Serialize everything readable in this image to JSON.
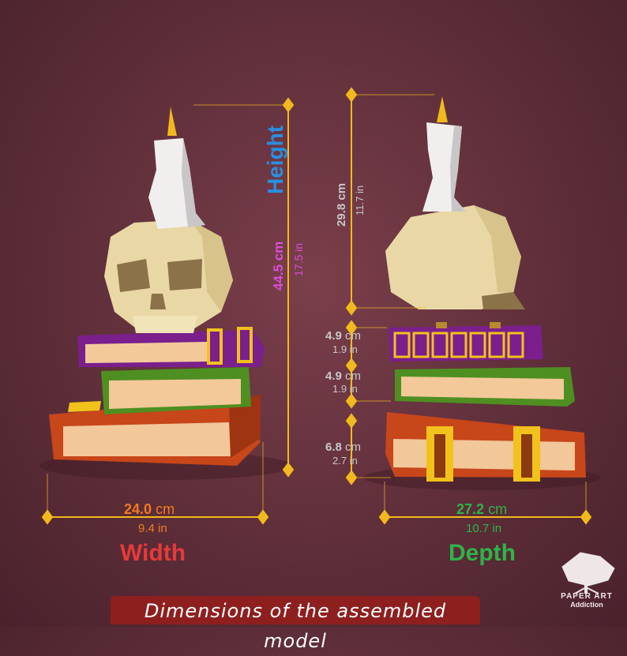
{
  "labels": {
    "height_word": "Height",
    "height_cm": "44.5 cm",
    "height_in": "17.5 in",
    "skull_cm": "29.8 cm",
    "skull_in": "11.7 in",
    "book1_cm_num": "4.9",
    "book1_cm_unit": "cm",
    "book1_in": "1.9 in",
    "book2_cm_num": "4.9",
    "book2_cm_unit": "cm",
    "book2_in": "1.9 in",
    "book3_cm_num": "6.8",
    "book3_cm_unit": "cm",
    "book3_in": "2.7 in",
    "width_cm_num": "24.0",
    "width_cm_unit": "cm",
    "width_in": "9.4 in",
    "width_word": "Width",
    "depth_cm_num": "27.2",
    "depth_cm_unit": "cm",
    "depth_in": "10.7 in",
    "depth_word": "Depth"
  },
  "footer": {
    "caption": "Dimensions of the assembled model"
  },
  "brand": {
    "line1": "PAPER ART",
    "line2": "Addiction",
    "icon": "tree-logo-icon"
  },
  "colors": {
    "guide": "#f2b91e",
    "height": "#2a8fe0",
    "height_values": "#d94fd6",
    "width_value": "#f27a1f",
    "width_word": "#e63a3a",
    "depth_value": "#2fb34a",
    "depth_word": "#2fb34a",
    "gray_text": "#c8c8c8"
  }
}
